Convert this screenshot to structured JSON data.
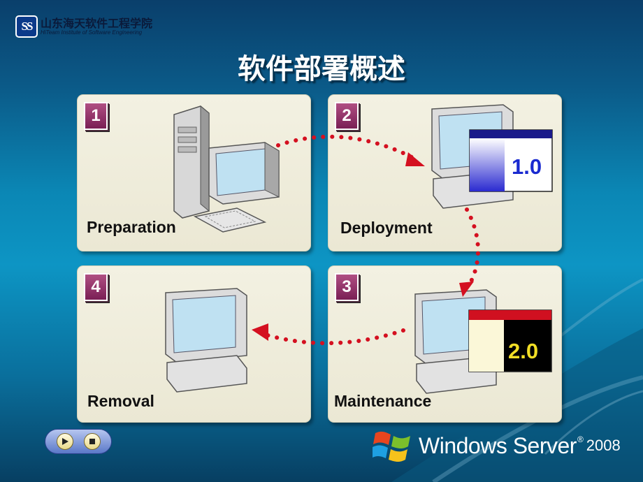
{
  "logo": {
    "mark": "SS",
    "name_cn": "山东海天软件工程学院",
    "name_en": "HiTeam Institute of Software Engineering"
  },
  "title": "软件部署概述",
  "panels": [
    {
      "number": "1",
      "label": "Preparation"
    },
    {
      "number": "2",
      "label": "Deployment",
      "version": "1.0"
    },
    {
      "number": "3",
      "label": "Maintenance",
      "version": "2.0"
    },
    {
      "number": "4",
      "label": "Removal"
    }
  ],
  "branding": {
    "product": "Windows Server",
    "registered": "®",
    "version": "2008"
  },
  "colors": {
    "arrow": "#d41020",
    "badge": "#8a2a63",
    "panel": "#efecda"
  },
  "icons": {
    "play": "play-icon",
    "stop": "stop-icon"
  }
}
